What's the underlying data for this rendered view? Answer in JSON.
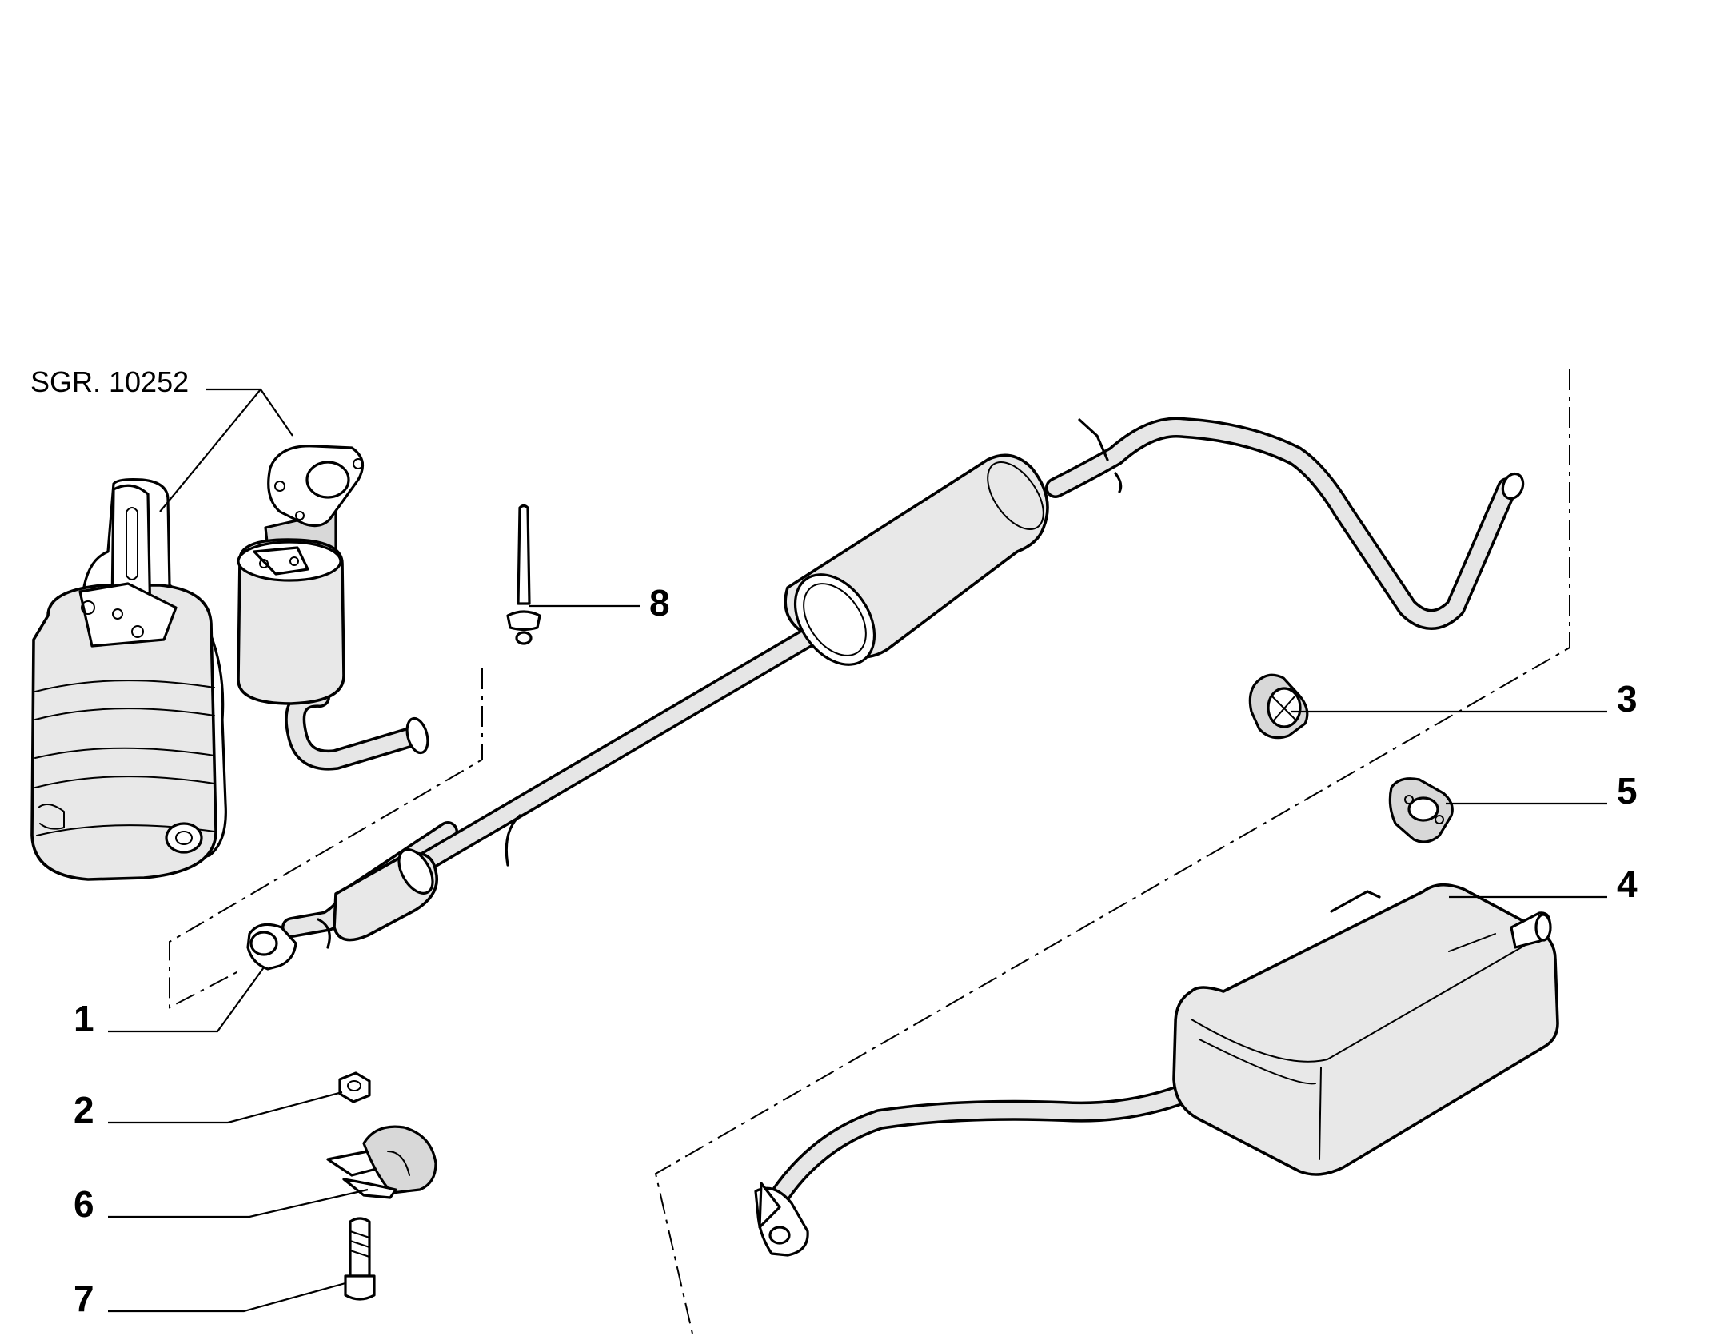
{
  "diagram": {
    "reference_label": "SGR. 10252",
    "callouts": [
      {
        "id": "1",
        "label": "1"
      },
      {
        "id": "2",
        "label": "2"
      },
      {
        "id": "3",
        "label": "3"
      },
      {
        "id": "4",
        "label": "4"
      },
      {
        "id": "5",
        "label": "5"
      },
      {
        "id": "6",
        "label": "6"
      },
      {
        "id": "7",
        "label": "7"
      },
      {
        "id": "8",
        "label": "8"
      }
    ]
  }
}
